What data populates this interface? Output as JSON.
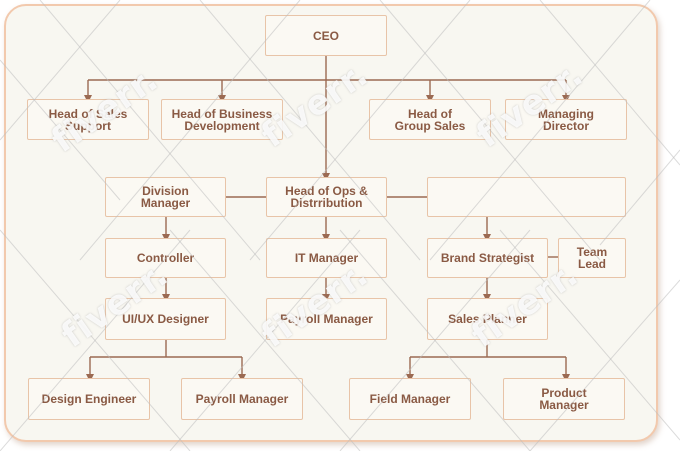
{
  "colors": {
    "line": "#9b6a52",
    "box_border": "#e8c4a8",
    "text": "#8a5a44",
    "frame_border": "#f2c9ad",
    "background": "#f8f7f1"
  },
  "nodes": {
    "ceo": "CEO",
    "head_sales_support": "Head of Sales\nSupport",
    "head_business_dev": "Head of Business\nDevelopment",
    "head_group_sales": "Head of\nGroup Sales",
    "managing_director": "Managing\nDirector",
    "division_manager": "Division\nManager",
    "head_ops": "Head of Ops &\nDistrribution",
    "blank_node": "",
    "controller": "Controller",
    "it_manager": "IT Manager",
    "brand_strategist": "Brand Strategist",
    "team_lead": "Team\nLead",
    "ui_ux_designer": "UI/UX Designer",
    "payroll_manager_mid": "Payroll Manager",
    "sales_planner": "Sales Planner",
    "design_engineer": "Design Engineer",
    "payroll_manager_bottom": "Payroll Manager",
    "field_manager": "Field Manager",
    "product_manager": "Product\nManager"
  },
  "watermark": "fiverr."
}
